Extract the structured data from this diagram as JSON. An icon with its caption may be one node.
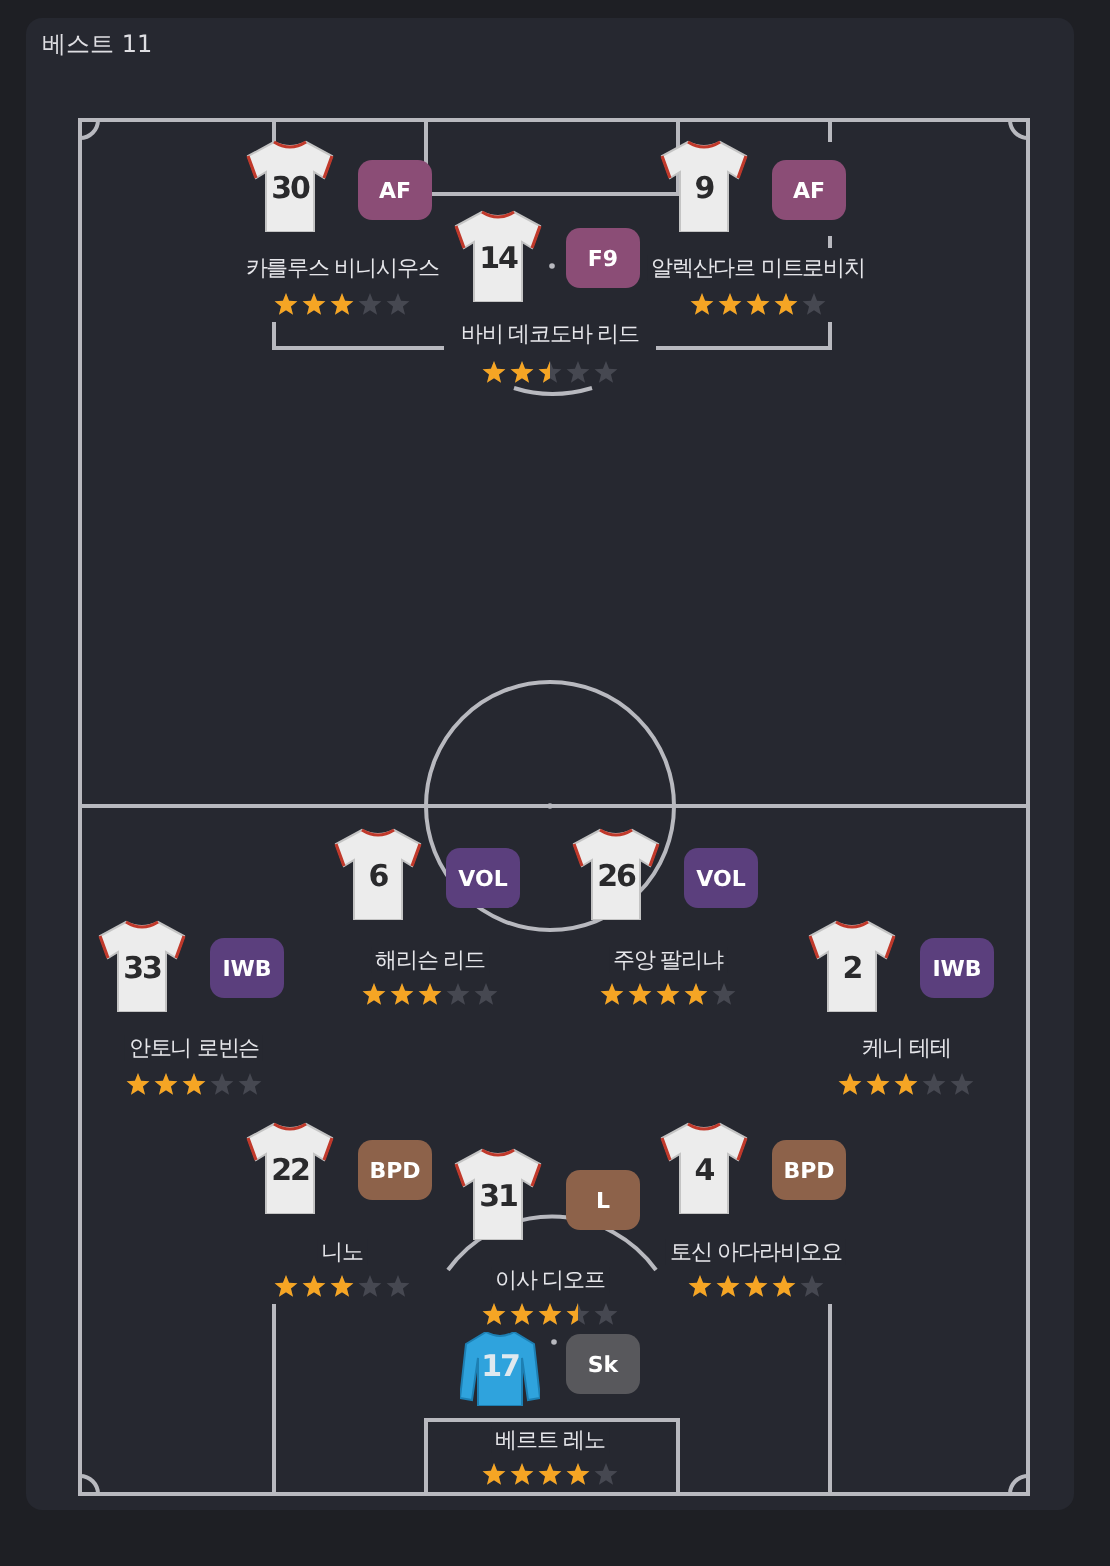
{
  "diagram": {
    "title": "베스트 11",
    "nodes": [
      {
        "text": [
          "30"
        ],
        "beside": [
          "카를루스 비니시우스"
        ]
      },
      {
        "text": [
          "AF"
        ]
      },
      {
        "text": [
          "9"
        ],
        "beside": [
          "알렉산다르 미트로비치"
        ]
      },
      {
        "text": [
          "AF"
        ]
      },
      {
        "text": [
          "14"
        ],
        "beside": [
          "바비 데코도바 리드"
        ]
      },
      {
        "text": [
          "F9"
        ]
      },
      {
        "text": [
          "6"
        ],
        "beside": [
          "해리슨 리드"
        ]
      },
      {
        "text": [
          "VOL"
        ]
      },
      {
        "text": [
          "26"
        ],
        "beside": [
          "주앙 팔리냐"
        ]
      },
      {
        "text": [
          "VOL"
        ]
      },
      {
        "text": [
          "33"
        ],
        "beside": [
          "안토니 로빈슨"
        ]
      },
      {
        "text": [
          "IWB"
        ]
      },
      {
        "text": [
          "2"
        ],
        "beside": [
          "케니 테테"
        ]
      },
      {
        "text": [
          "IWB"
        ]
      },
      {
        "text": [
          "22"
        ],
        "beside": [
          "니노"
        ]
      },
      {
        "text": [
          "BPD"
        ]
      },
      {
        "text": [
          "4"
        ],
        "beside": [
          "토신 아다라비오요"
        ]
      },
      {
        "text": [
          "BPD"
        ]
      },
      {
        "text": [
          "31"
        ],
        "beside": [
          "이사 디오프"
        ]
      },
      {
        "text": [
          "L"
        ]
      },
      {
        "text": [
          "17"
        ],
        "beside": [
          "베르트 레노"
        ]
      },
      {
        "text": [
          "Sk"
        ]
      }
    ]
  }
}
